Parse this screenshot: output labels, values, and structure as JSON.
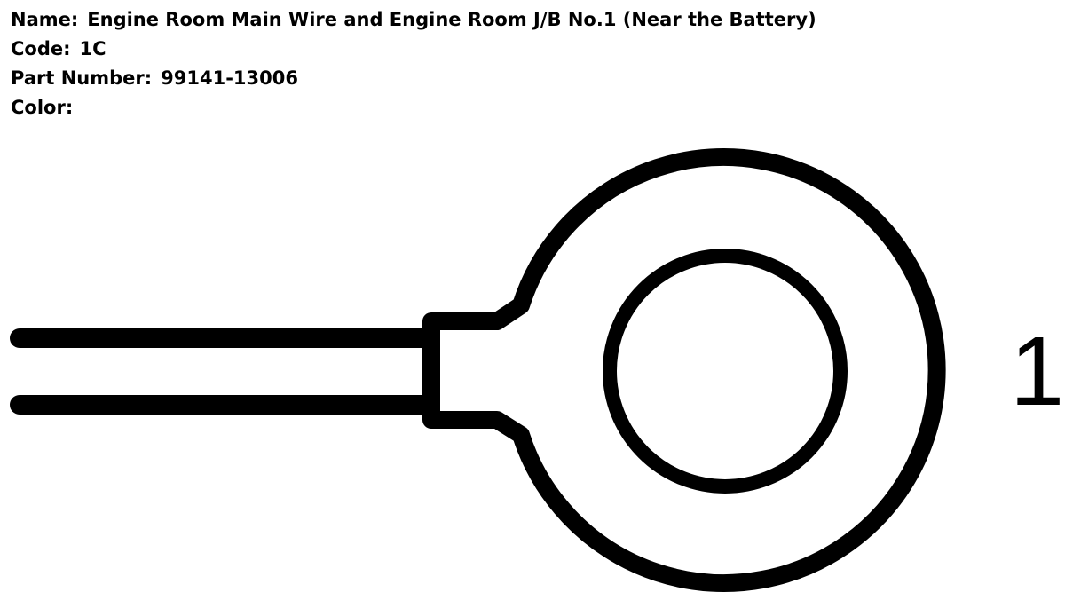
{
  "connector": {
    "name_label": "Name:",
    "name_value": "Engine Room Main Wire and Engine Room J/B No.1 (Near the Battery)",
    "code_label": "Code:",
    "code_value": "1C",
    "part_label": "Part Number:",
    "part_value": "99141-13006",
    "color_label": "Color:",
    "color_value": ""
  },
  "terminal": {
    "pin_number": "1",
    "stroke_color": "#000000",
    "background_color": "#ffffff"
  }
}
